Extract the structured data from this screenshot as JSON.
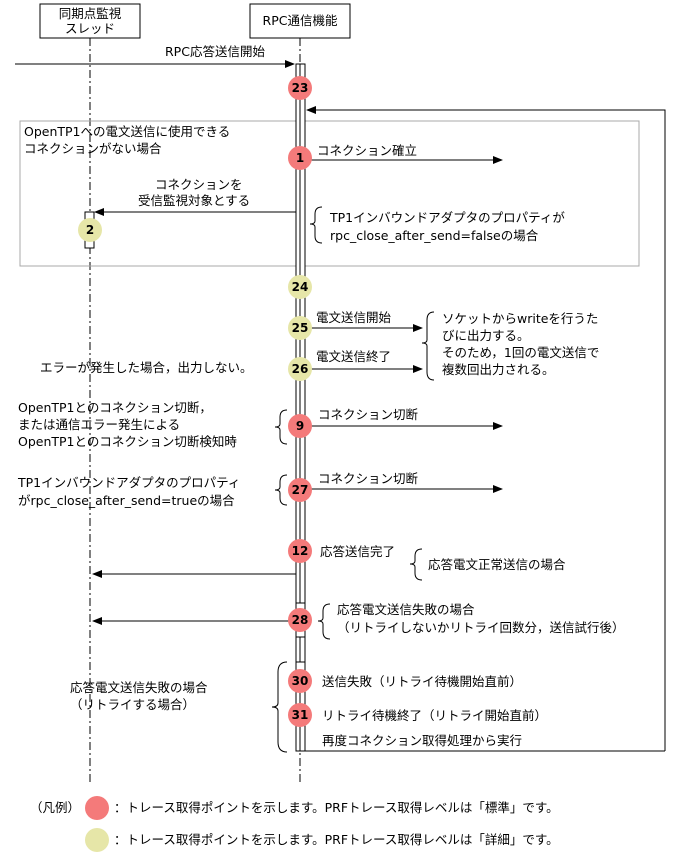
{
  "lifelines": {
    "monitor": [
      "同期点監視",
      "スレッド"
    ],
    "rpc": "RPC通信機能"
  },
  "colors": {
    "standard": "#f47a7a",
    "detail": "#e6e6a8"
  },
  "messages": {
    "rpc_start": "RPC応答送信開始",
    "connect": "コネクション確立",
    "monitor_target": [
      "コネクションを",
      "受信監視対象とする"
    ],
    "send_start": "電文送信開始",
    "send_end": "電文送信終了",
    "disconnect1": "コネクション切断",
    "disconnect2": "コネクション切断",
    "reply_complete": "応答送信完了",
    "send_fail": "送信失敗（リトライ待機開始直前）",
    "retry_end": "リトライ待機終了（リトライ開始直前）",
    "redo": "再度コネクション取得処理から実行"
  },
  "notes": {
    "no_connection": [
      "OpenTP1への電文送信に使用できる",
      "コネクションがない場合"
    ],
    "adapter_false": [
      "TP1インバウンドアダプタのプロパティが",
      "rpc_close_after_send=falseの場合"
    ],
    "write_note": [
      "ソケットからwriteを行うた",
      "びに出力する。",
      "そのため，1回の電文送信で",
      "複数回出力される。"
    ],
    "error_note": "エラーが発生した場合，出力しない。",
    "cut_note": [
      "OpenTP1とのコネクション切断，",
      "または通信エラー発生による",
      "OpenTP1とのコネクション切断検知時"
    ],
    "adapter_true": [
      "TP1インバウンドアダプタのプロパティ",
      "がrpc_close_after_send=trueの場合"
    ],
    "normal_reply": "応答電文正常送信の場合",
    "fail_reply": [
      "応答電文送信失敗の場合",
      "（リトライしないかリトライ回数分，送信試行後）"
    ],
    "retry_case": [
      "応答電文送信失敗の場合",
      "（リトライする場合）"
    ]
  },
  "points": {
    "p23": "23",
    "p1": "1",
    "p2": "2",
    "p24": "24",
    "p25": "25",
    "p26": "26",
    "p9": "9",
    "p27": "27",
    "p12": "12",
    "p28": "28",
    "p30": "30",
    "p31": "31"
  },
  "legend": {
    "title": "（凡例）",
    "standard_text": "：トレース取得ポイントを示します。PRFトレース取得レベルは「標準」です。",
    "detail_text": "：トレース取得ポイントを示します。PRFトレース取得レベルは「詳細」です。"
  }
}
